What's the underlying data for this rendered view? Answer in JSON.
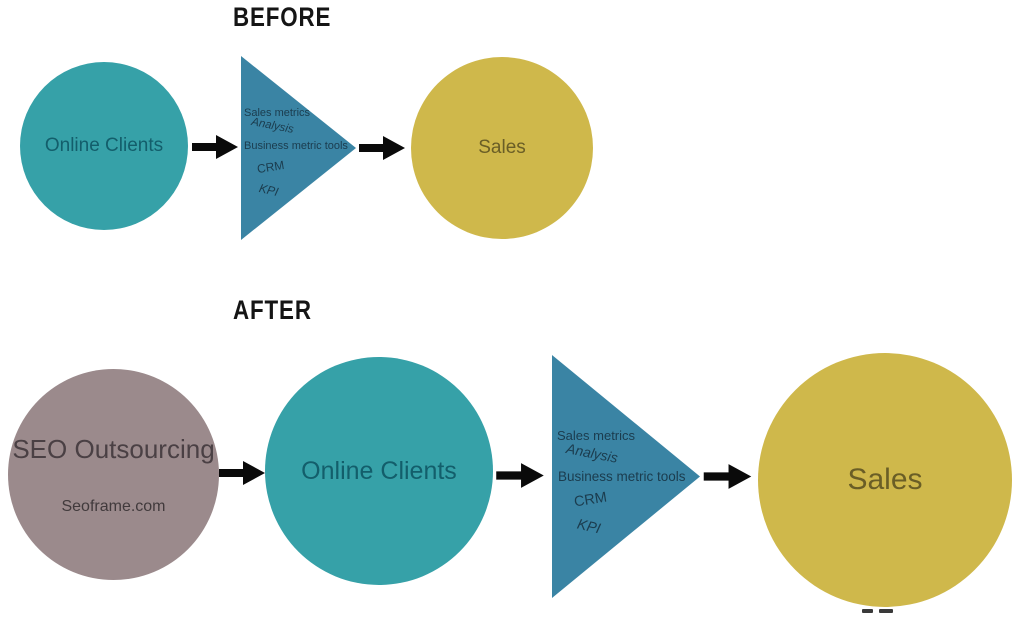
{
  "colors": {
    "teal_circle": "#36A1A8",
    "gold_circle": "#CFB84B",
    "mauve_circle": "#9B8A8C",
    "funnel_triangle": "#3A84A4",
    "arrow": "#0A0A0A",
    "teal_label": "#135E6B",
    "gold_label": "#6A5E26",
    "mauve_label": "#4A4044",
    "funnel_label": "#1B3C4E",
    "title": "#151515",
    "background": "#FFFFFF"
  },
  "before": {
    "title": "BEFORE",
    "client_circle_label": "Online Clients",
    "funnel_items": [
      "Sales metrics",
      "Analysis",
      "Business metric tools",
      "CRM",
      "KPI"
    ],
    "sales_circle_label": "Sales"
  },
  "after": {
    "title": "AFTER",
    "seo_circle_label": "SEO Outsourcing",
    "seo_circle_sublabel": "Seoframe.com",
    "client_circle_label": "Online Clients",
    "funnel_items": [
      "Sales metrics",
      "Analysis",
      "Business metric tools",
      "CRM",
      "KPI"
    ],
    "sales_circle_label": "Sales"
  }
}
